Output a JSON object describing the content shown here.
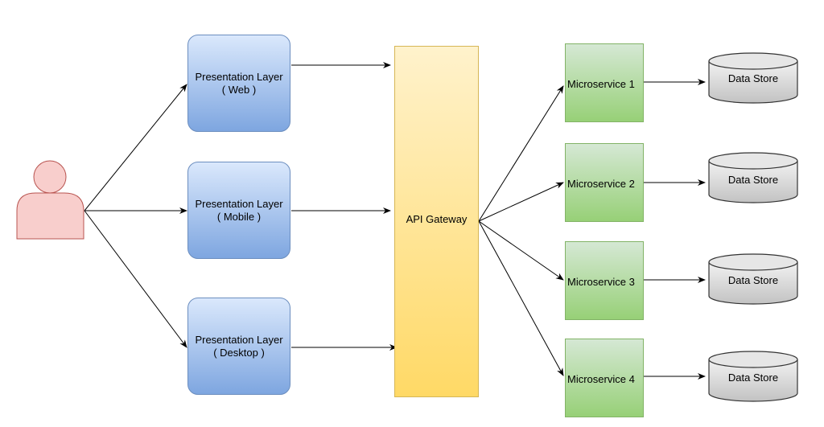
{
  "user": {
    "icon": "user-icon"
  },
  "presentation_layers": [
    {
      "line1": "Presentation Layer",
      "line2": "( Web )"
    },
    {
      "line1": "Presentation Layer",
      "line2": "( Mobile )"
    },
    {
      "line1": "Presentation Layer",
      "line2": "( Desktop )"
    }
  ],
  "gateway": {
    "label": "API Gateway"
  },
  "microservices": [
    {
      "label": "Microservice 1"
    },
    {
      "label": "Microservice 2"
    },
    {
      "label": "Microservice 3"
    },
    {
      "label": "Microservice 4"
    }
  ],
  "data_stores": [
    {
      "label": "Data Store"
    },
    {
      "label": "Data Store"
    },
    {
      "label": "Data Store"
    },
    {
      "label": "Data Store"
    }
  ],
  "colors": {
    "user_fill": "#f8cecc",
    "user_stroke": "#b85450",
    "presentation_stroke": "#6c8ebf",
    "gateway_stroke": "#d6b656",
    "micro_stroke": "#82b366",
    "store_fill": "#cccccc",
    "store_stroke": "#333333",
    "edge": "#000000"
  }
}
